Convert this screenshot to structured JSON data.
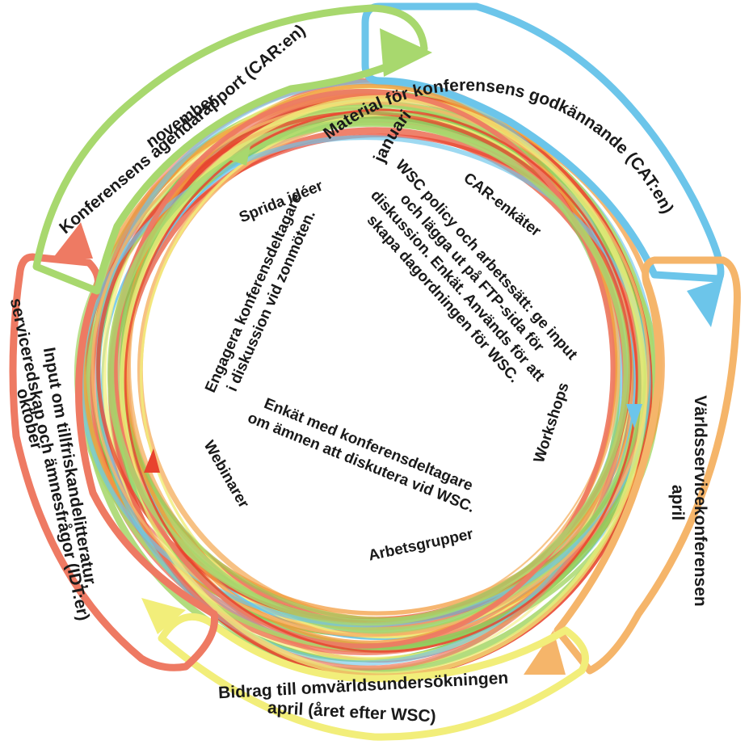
{
  "outer_stages": [
    {
      "title": "Material för konferensens godkännande (CAT:en)",
      "time": "januari",
      "color": "#6cc5ea"
    },
    {
      "title": "Världsservicekonferensen",
      "time": "april",
      "color": "#f5b56a"
    },
    {
      "title": "Bidrag till omvärldsundersökningen",
      "time": "april (året efter WSC)",
      "color": "#f2ee7a"
    },
    {
      "title": "Input om tillfriskandelitteratur, serviceredskap och ämnesfrågor (IDT:er)",
      "time": "oktober",
      "color": "#ee7a63"
    },
    {
      "title": "Konferensens agendarapport (CAR:en)",
      "time": "november",
      "color": "#a8d86e"
    }
  ],
  "inner_labels": {
    "car_survey": "CAR-enkäter",
    "spread_ideas": "Sprida idéer",
    "workshops": "Workshops",
    "webinars": "Webinarer",
    "workgroups": "Arbetsgrupper"
  },
  "center_texts": {
    "engage": "Engagera konferensdeltagare i diskussion vid zonmöten.",
    "policy": "WSC policy och arbetssätt: ge input och lägga ut på FTP-sida för diskussion. Enkät. Används för att skapa dagordningen för WSC.",
    "survey": "Enkät med konferensdeltagare om ämnen att diskutera vid WSC."
  }
}
